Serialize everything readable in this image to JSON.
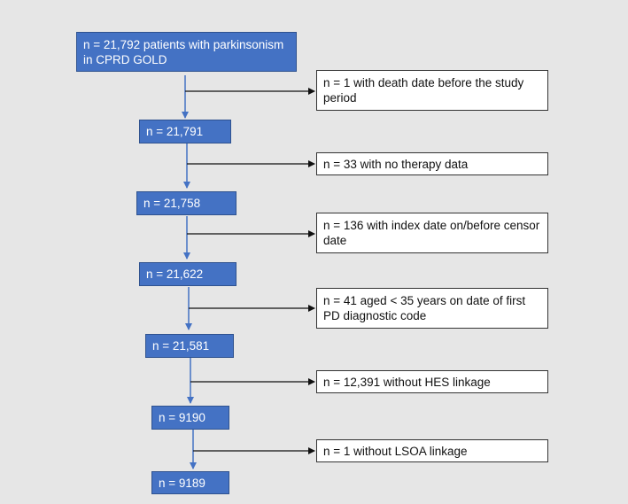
{
  "colors": {
    "background": "#e6e6e6",
    "main_box_fill": "#4472c4",
    "main_box_border": "#2f528f",
    "main_arrow": "#4472c4",
    "exclusion_box_fill": "#ffffff",
    "exclusion_arrow": "#111111"
  },
  "flow": {
    "steps": [
      {
        "label": "n = 21,792 patients with parkinsonism in CPRD GOLD"
      },
      {
        "label": "n = 21,791"
      },
      {
        "label": "n = 21,758"
      },
      {
        "label": "n = 21,622"
      },
      {
        "label": "n = 21,581"
      },
      {
        "label": "n = 9190"
      },
      {
        "label": "n = 9189"
      }
    ],
    "exclusions": [
      {
        "label": "n = 1 with death date before the study period"
      },
      {
        "label": "n = 33 with no therapy data"
      },
      {
        "label": "n = 136 with index date on/before censor date"
      },
      {
        "label": "n = 41 aged < 35 years on date of first PD diagnostic code"
      },
      {
        "label": "n = 12,391 without HES linkage"
      },
      {
        "label": "n = 1 without LSOA linkage"
      }
    ]
  }
}
